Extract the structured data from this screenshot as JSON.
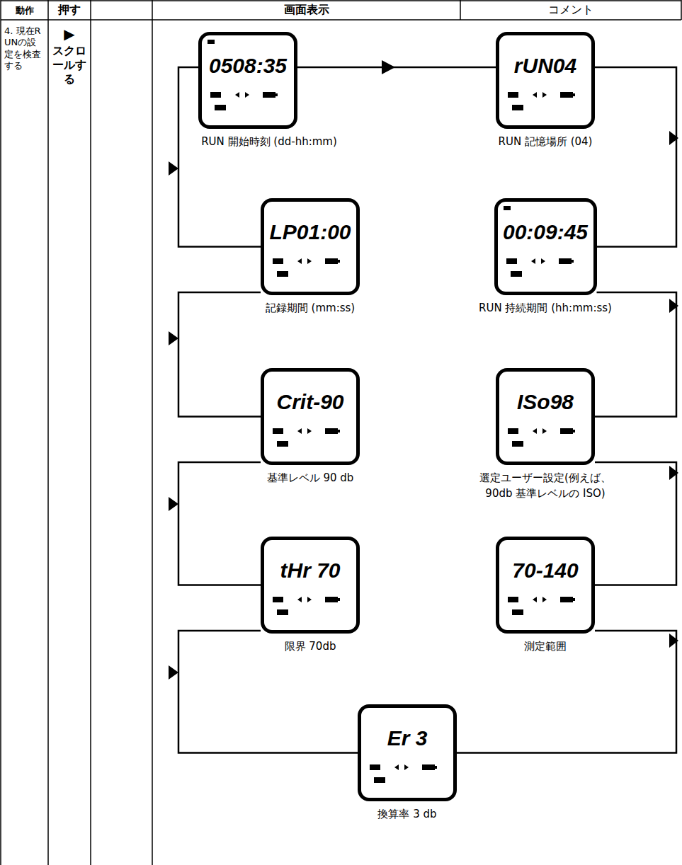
{
  "diagram": {
    "nodes": [
      {
        "text": [
          "0508:35",
          "RUN 開始時刻 (dd-hh:mm)"
        ]
      },
      {
        "text": [
          "rUN04",
          "RUN 記憶場所 (04)"
        ]
      },
      {
        "text": [
          "LP01:00",
          "記録期間 (mm:ss)"
        ]
      },
      {
        "text": [
          "00:09:45",
          "RUN 持続期間 (hh:mm:ss)"
        ]
      },
      {
        "text": [
          "Crit-90",
          "基準レベル 90 db"
        ]
      },
      {
        "text": [
          "ISo98",
          "選定ユーザー設定(例えば、 90db 基準レベルの ISO)"
        ]
      },
      {
        "text": [
          "tHr 70",
          "限界 70db"
        ]
      },
      {
        "text": [
          "70-140",
          "測定範囲"
        ]
      },
      {
        "text": [
          "Er 3",
          "換算率 3 db"
        ]
      }
    ],
    "edges": [
      {
        "from": 0,
        "to": 1,
        "arrow": "none"
      },
      {
        "from": 1,
        "to": 3,
        "arrow": "none"
      },
      {
        "from": 3,
        "to": 5,
        "arrow": "none"
      },
      {
        "from": 5,
        "to": 7,
        "arrow": "none"
      },
      {
        "from": 7,
        "to": 8,
        "arrow": "none"
      },
      {
        "from": 8,
        "to": 6,
        "arrow": "none"
      },
      {
        "from": 6,
        "to": 4,
        "arrow": "none"
      },
      {
        "from": 4,
        "to": 2,
        "arrow": "none"
      },
      {
        "from": 2,
        "to": 0,
        "arrow": "none"
      }
    ],
    "labels": [
      "動作",
      "押す",
      "画面表示",
      "コメント",
      "4. 現在RUNの設定を検査する",
      "▶",
      "スクロールする"
    ]
  }
}
